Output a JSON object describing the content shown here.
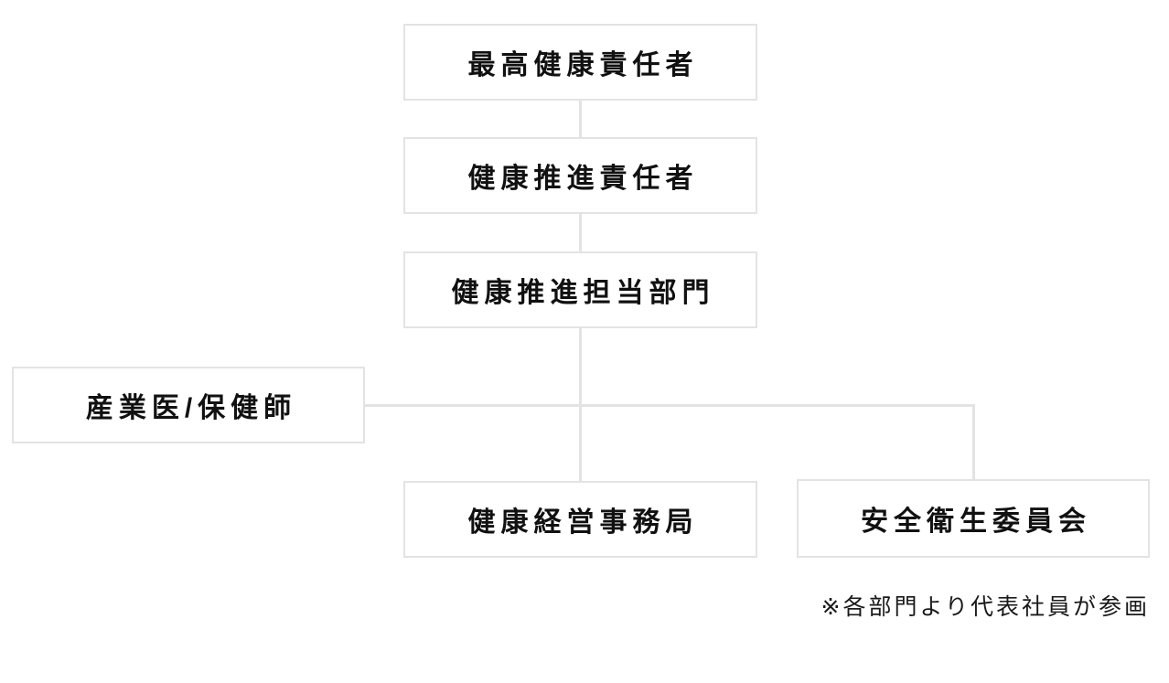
{
  "org_chart": {
    "nodes": [
      {
        "id": "chief-health-officer",
        "label": "最高健康責任者"
      },
      {
        "id": "health-promotion-manager",
        "label": "健康推進責任者"
      },
      {
        "id": "health-promotion-dept",
        "label": "健康推進担当部門"
      },
      {
        "id": "industrial-physician-nurse",
        "label": "産業医/保健師"
      },
      {
        "id": "health-management-office",
        "label": "健康経営事務局"
      },
      {
        "id": "safety-health-committee",
        "label": "安全衛生委員会"
      }
    ],
    "footnote": "※各部門より代表社員が参画",
    "colors": {
      "box_border": "#e3e3e3",
      "connector_line": "#e3e3e3",
      "box_text": "#111111",
      "footnote_text": "#1a1a1a",
      "background": "#ffffff"
    }
  }
}
